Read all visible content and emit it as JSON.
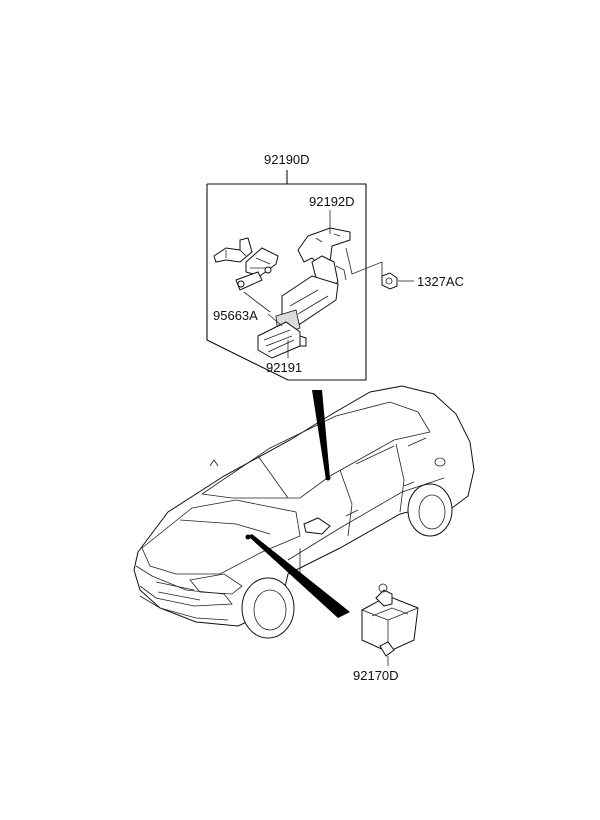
{
  "callouts": {
    "assembly": "92190D",
    "bracket": "92192D",
    "nut": "1327AC",
    "screw": "95663A",
    "lamp": "92191",
    "module": "92170D"
  },
  "colors": {
    "line": "#111111",
    "background": "#ffffff",
    "leader": "#000000"
  }
}
